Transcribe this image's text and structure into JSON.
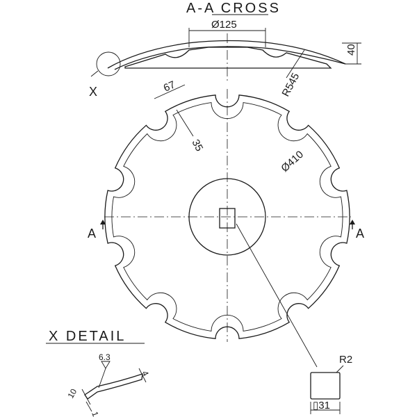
{
  "section_title": "A-A CROSS",
  "detail_title": "X DETAIL",
  "dims": {
    "hub_diameter": "Ø125",
    "depth": "40",
    "radius": "R545",
    "notch_width": "67",
    "notch_depth": "35",
    "disc_diameter": "Ø410",
    "corner_radius": "R2",
    "square_bore": "▯31",
    "edge_angle": "10",
    "edge_thickness": "4",
    "roughness": "6.3",
    "edge_land": "1"
  },
  "labels": {
    "detail_marker": "X",
    "section_left": "A",
    "section_right": "A"
  },
  "colors": {
    "ink": "#1a1a1a",
    "paper": "#ffffff"
  }
}
